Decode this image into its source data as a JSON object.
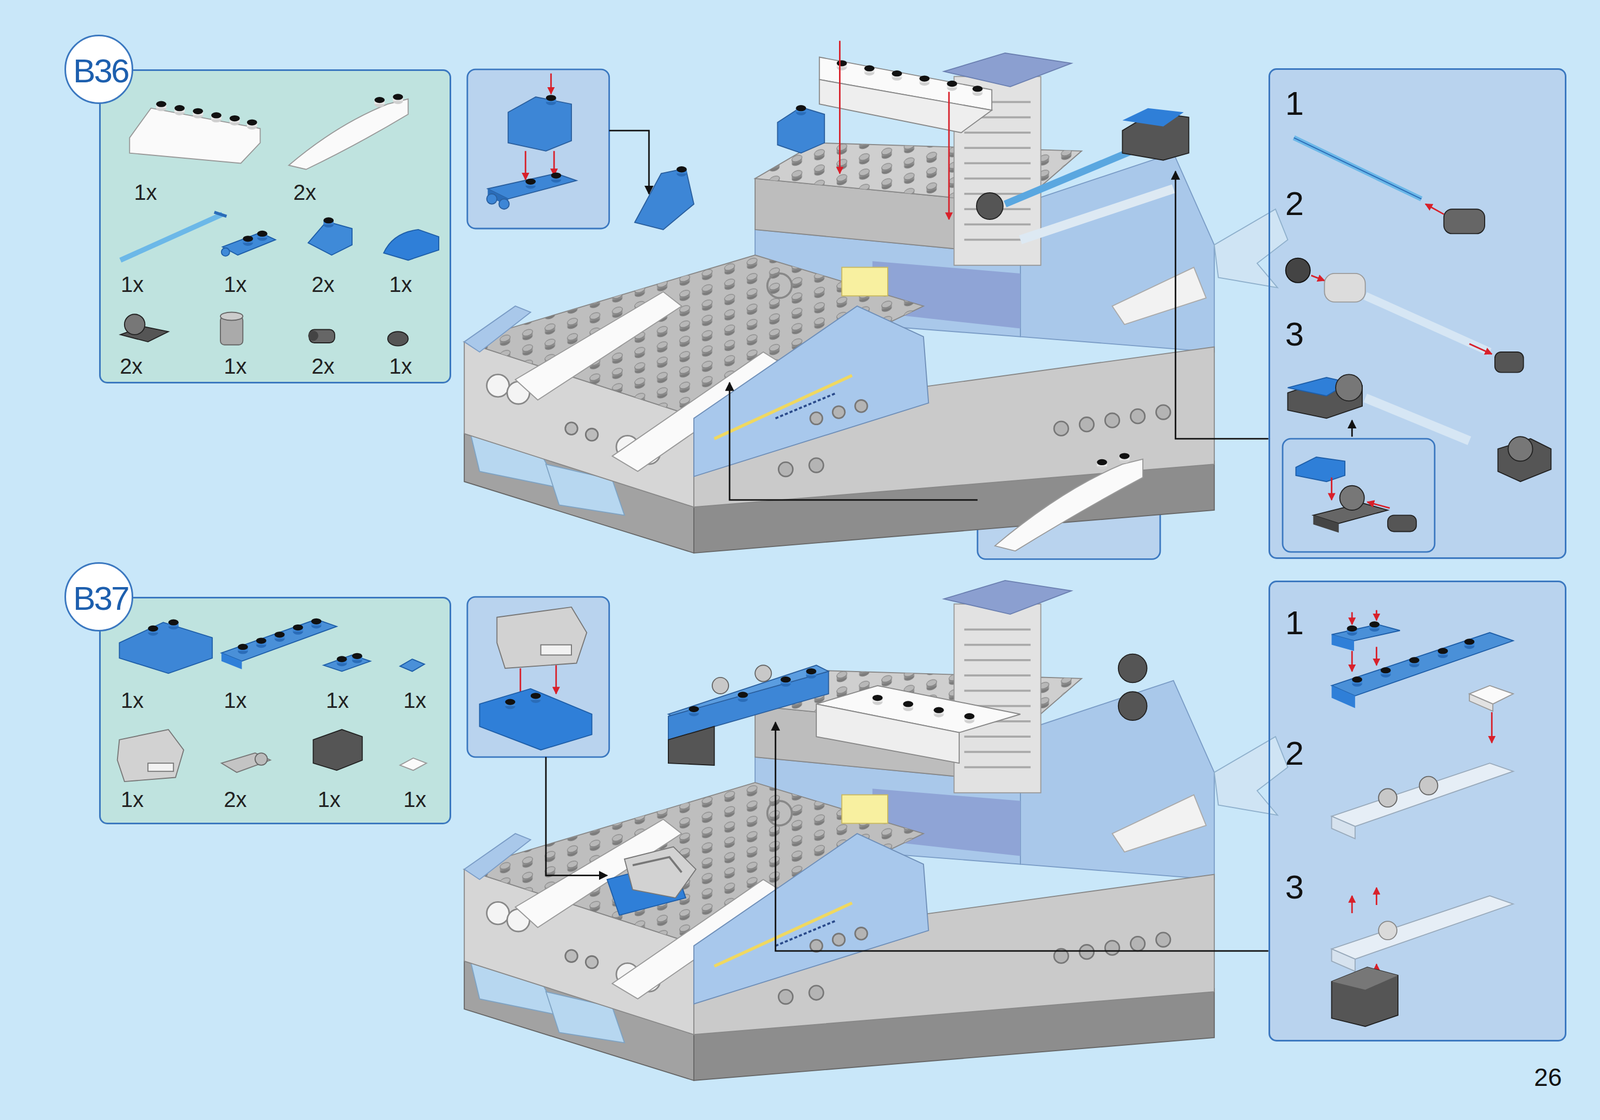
{
  "diagram": {
    "nodes": [
      {
        "text": [
          "B36"
        ]
      },
      {
        "text": [
          "1x",
          "2x",
          "1x",
          "1x",
          "2x",
          "1x",
          "2x",
          "1x",
          "2x",
          "1x"
        ]
      },
      {
        "text": [
          "1",
          "2",
          "3"
        ]
      },
      {
        "text": [
          "B37"
        ]
      },
      {
        "text": [
          "1x",
          "1x",
          "1x",
          "1x",
          "1x",
          "2x",
          "1x",
          "1x"
        ]
      },
      {
        "text": [
          "1",
          "2",
          "3"
        ]
      }
    ],
    "labels": [
      "26"
    ]
  }
}
